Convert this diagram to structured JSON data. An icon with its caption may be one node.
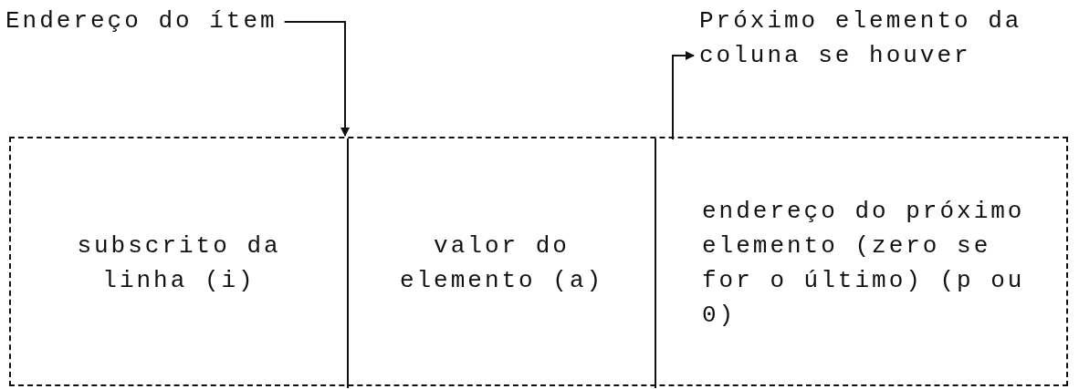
{
  "diagram": {
    "nodes": [
      {
        "text": [
          "Endereço do ítem"
        ]
      },
      {
        "text": [
          "Próximo elemento da coluna se houver"
        ]
      },
      {
        "text": [],
        "shape": "box"
      },
      {
        "text": [
          "subscrito da linha (i)"
        ],
        "in": 2
      },
      {
        "text": [
          "valor do elemento (a)"
        ],
        "in": 2
      },
      {
        "text": [
          "endereço do próximo elemento (zero se for o último) (p ou 0)"
        ],
        "in": 2
      }
    ],
    "edges": [
      {
        "from": 0,
        "to": 2,
        "arrow": "to"
      },
      {
        "from": 5,
        "to": 1,
        "arrow": "to"
      }
    ]
  }
}
